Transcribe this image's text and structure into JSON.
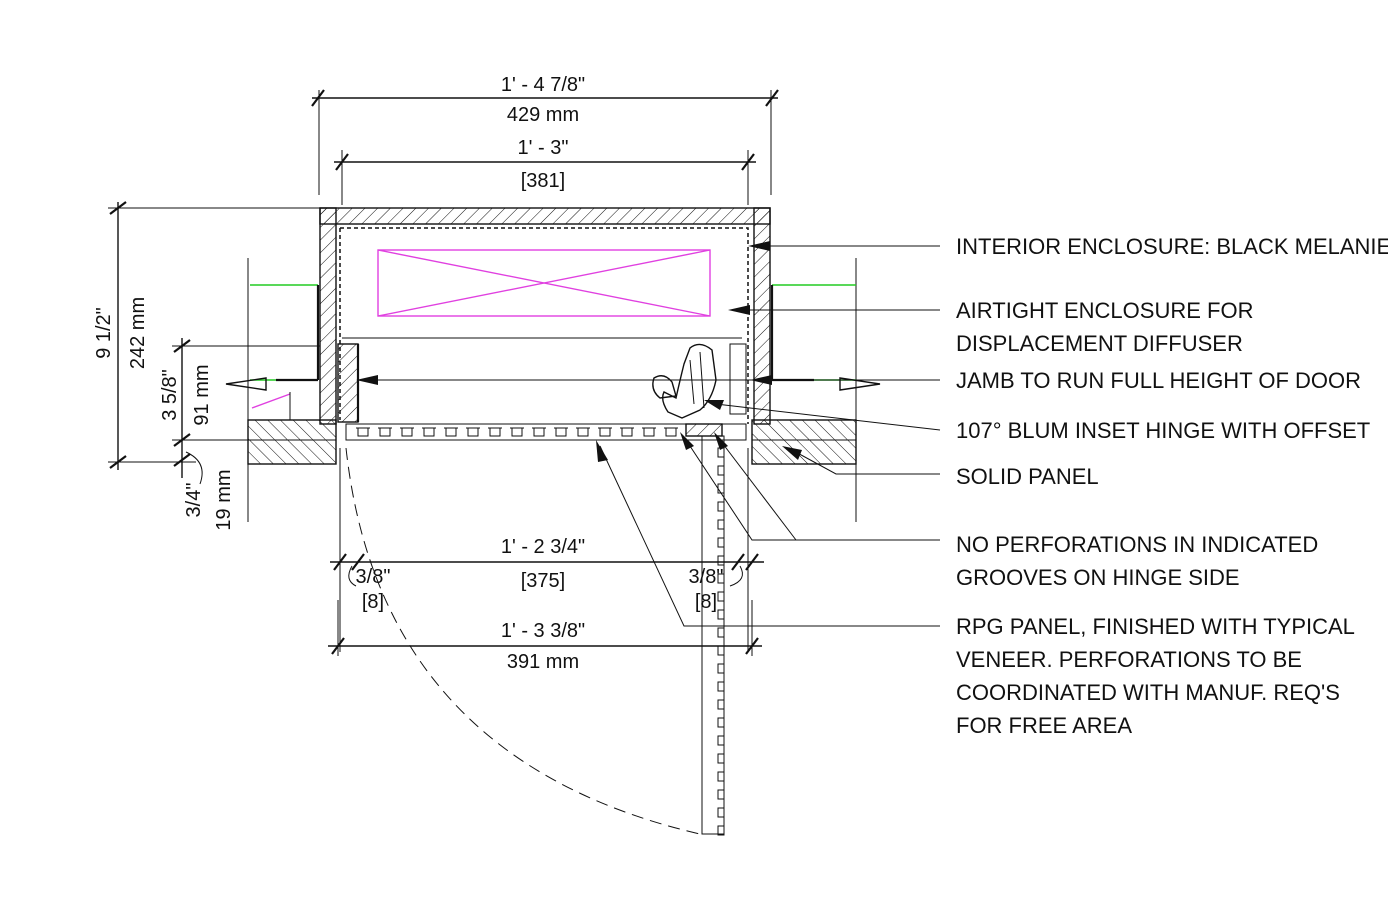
{
  "dimensions": {
    "overall_width_imperial": "1' - 4 7/8\"",
    "overall_width_metric": "429 mm",
    "inner_width_imperial": "1' - 3\"",
    "inner_width_metric": "[381]",
    "height_imperial": "9 1/2\"",
    "height_metric": "242 mm",
    "jamb_height_imperial": "3 5/8\"",
    "jamb_height_metric": "91 mm",
    "panel_thickness_imperial": "3/4\"",
    "panel_thickness_metric": "19 mm",
    "panel_width_imperial": "1' - 2 3/4\"",
    "panel_width_metric": "[375]",
    "left_gap_imperial": "3/8\"",
    "left_gap_metric": "[8]",
    "right_gap_imperial": "3/8\"",
    "right_gap_metric": "[8]",
    "bottom_width_imperial": "1' - 3 3/8\"",
    "bottom_width_metric": "391 mm"
  },
  "notes": [
    {
      "lines": [
        "INTERIOR ENCLOSURE: BLACK MELANIE"
      ]
    },
    {
      "lines": [
        "AIRTIGHT ENCLOSURE FOR",
        "DISPLACEMENT DIFFUSER"
      ]
    },
    {
      "lines": [
        "JAMB TO RUN FULL HEIGHT OF DOOR"
      ]
    },
    {
      "lines": [
        "107° BLUM INSET HINGE WITH OFFSET"
      ]
    },
    {
      "lines": [
        "SOLID PANEL"
      ]
    },
    {
      "lines": [
        "NO PERFORATIONS IN INDICATED",
        "GROOVES ON HINGE SIDE"
      ]
    },
    {
      "lines": [
        "RPG PANEL, FINISHED WITH TYPICAL",
        "VENEER.  PERFORATIONS TO BE",
        "COORDINATED WITH MANUF. REQ'S",
        "FOR FREE AREA"
      ]
    }
  ],
  "colors": {
    "linework": "#111111",
    "diffuser_outline": "#e040e0",
    "finish_line": "#22cc22"
  }
}
